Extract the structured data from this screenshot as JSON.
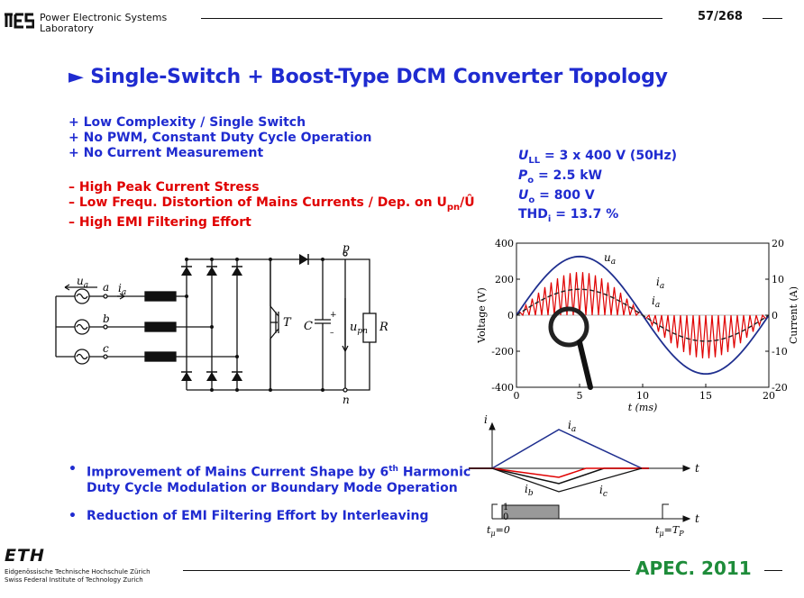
{
  "header": {
    "lab_name_line1": "Power Electronic Systems",
    "lab_name_line2": "Laboratory",
    "page_number": "57/268"
  },
  "title": "Single-Switch + Boost-Type DCM Converter Topology",
  "pros": [
    "+  Low Complexity / Single Switch",
    "+  No PWM, Constant Duty Cycle Operation",
    "+  No Current Measurement"
  ],
  "cons": [
    "–  High Peak Current Stress",
    "–  Low Frequ. Distortion of Mains Currents / Dep. on U",
    "–  High EMI Filtering Effort"
  ],
  "specs": {
    "line1": "U",
    "line1_sub": "LL",
    "line1_val": " = 3 x 400 V (50Hz)",
    "line2": "P",
    "line2_sub": "o",
    "line2_val": " = 2.5 kW",
    "line3": "U",
    "line3_sub": "o",
    "line3_val": " = 800 V",
    "line4": "THD",
    "line4_sub": "i",
    "line4_val": " = 13.7 %"
  },
  "bullets": [
    {
      "line1": "Improvement of Mains Current Shape by 6",
      "sup": "th",
      "line1_end": " Harmonic",
      "line2": "Duty Cycle Modulation or Boundary Mode Operation"
    },
    {
      "line1": "Reduction of EMI Filtering Effort by Interleaving"
    }
  ],
  "circuit": {
    "ua": "u",
    "ua_sub": "a",
    "ia": "i",
    "ia_sub": "a",
    "a": "a",
    "b": "b",
    "c": "c",
    "p": "p",
    "n": "n",
    "T": "T",
    "C": "C",
    "R": "R",
    "upn": "u",
    "upn_sub": "pn",
    "plus": "+",
    "minus": "–"
  },
  "chart_data": {
    "type": "line",
    "xlabel": "t (ms)",
    "ylabel": "Voltage (V)",
    "y2label": "Current (A)",
    "xlim": [
      0,
      20
    ],
    "ylim": [
      -400,
      400
    ],
    "y2lim": [
      -20,
      20
    ],
    "xticks": [
      "0",
      "5",
      "10",
      "15",
      "20"
    ],
    "yticks": [
      "400",
      "200",
      "0",
      "-200",
      "-400"
    ],
    "y2ticks": [
      "20",
      "10",
      "0",
      "-10",
      "-20"
    ],
    "series": [
      {
        "name": "ua",
        "color": "#1f2f8f",
        "x": [
          0,
          1,
          2,
          3,
          4,
          5,
          6,
          7,
          8,
          9,
          10,
          11,
          12,
          13,
          14,
          15,
          16,
          17,
          18,
          19,
          20
        ],
        "y": [
          0,
          101,
          192,
          264,
          310,
          326,
          310,
          264,
          192,
          101,
          0,
          -101,
          -192,
          -264,
          -310,
          -326,
          -310,
          -264,
          -192,
          -101,
          0
        ]
      },
      {
        "name": "ia",
        "color": "#e00000",
        "peak_envelope_A": 12
      },
      {
        "name": "ia_avg",
        "color": "#222222",
        "x": [
          0,
          2,
          4,
          5,
          6,
          8,
          10,
          12,
          14,
          15,
          16,
          18,
          20
        ],
        "y": [
          0,
          3.2,
          6.6,
          7.2,
          6.6,
          3.2,
          0,
          -3.2,
          -6.6,
          -7.2,
          -6.6,
          -3.2,
          0
        ]
      }
    ],
    "labels": {
      "ua": "u",
      "ua_sub": "a",
      "ia": "i",
      "ia_sub": "a",
      "iavg": "i",
      "iavg_sub": "a"
    }
  },
  "timing": {
    "i": "i",
    "t": "t",
    "ia": "i",
    "ia_sub": "a",
    "ib": "i",
    "ib_sub": "b",
    "ic": "i",
    "ic_sub": "c",
    "one": "1",
    "zero": "0",
    "tmu0": "t",
    "tmu0_sub": "μ",
    "tmu0_val": "=0",
    "tmuT": "t",
    "tmuT_sub": "μ",
    "tmuT_val": "=T",
    "tmuT_sub2": "P"
  },
  "footer": {
    "eth": "ETH",
    "eth_line1": "Eidgenössische Technische Hochschule Zürich",
    "eth_line2": "Swiss Federal Institute of Technology Zurich",
    "apec": "APEC. 2011"
  },
  "colors": {
    "blue": "#1f2bd0",
    "red": "#e00000",
    "navy": "#1f2f8f",
    "apec_green": "#1e8c3a"
  }
}
